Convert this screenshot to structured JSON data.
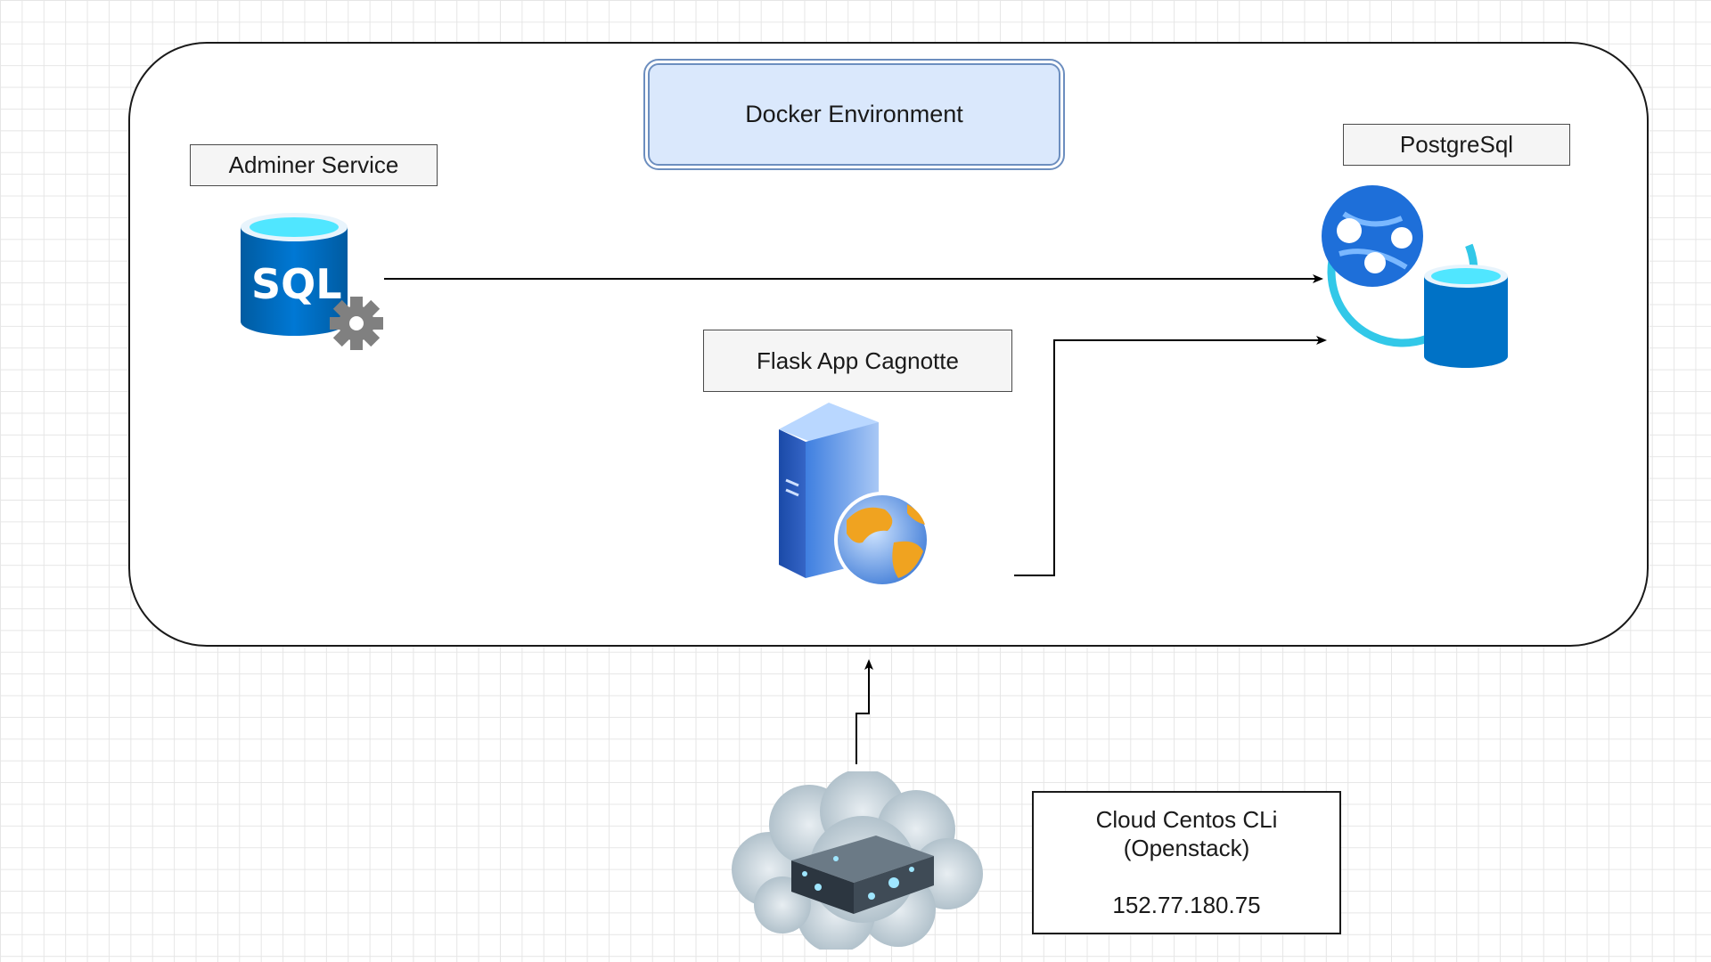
{
  "diagram": {
    "container_label": "Docker Environment",
    "nodes": {
      "adminer": {
        "label": "Adminer Service",
        "icon": "sql-database-gear-icon"
      },
      "postgres": {
        "label": "PostgreSql",
        "icon": "database-web-app-icon"
      },
      "flask": {
        "label": "Flask App Cagnotte",
        "icon": "web-server-globe-icon"
      },
      "cloud": {
        "line1": "Cloud Centos CLi",
        "line2": "(Openstack)",
        "ip": "152.77.180.75",
        "icon": "cloud-server-icon"
      }
    },
    "edges": [
      {
        "from": "adminer",
        "to": "postgres"
      },
      {
        "from": "flask",
        "to": "postgres"
      },
      {
        "from": "cloud",
        "to": "flask"
      }
    ],
    "colors": {
      "docker_fill": "#dae8fc",
      "docker_stroke": "#6c8ebf",
      "db_blue": "#0072c6",
      "db_top": "#50e6ff",
      "grid": "#e6e6e6"
    }
  }
}
